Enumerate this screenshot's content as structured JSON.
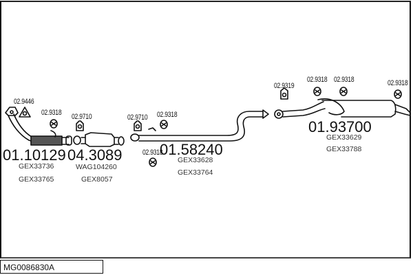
{
  "diagram": {
    "title": "Exhaust system parts diagram",
    "drawing_id": "MG0086830A",
    "parts": [
      {
        "id": "front-pipe",
        "number": "01.10129",
        "refs": [
          "GEX33736",
          "GEX33765"
        ]
      },
      {
        "id": "catalytic-converter",
        "number": "04.3089",
        "refs": [
          "WAG104260",
          "GEX8057"
        ]
      },
      {
        "id": "middle-pipe",
        "number": "01.58240",
        "refs": [
          "GEX33628",
          "GEX33764"
        ]
      },
      {
        "id": "rear-silencer",
        "number": "01.93700",
        "refs": [
          "GEX33629",
          "GEX33788"
        ]
      }
    ],
    "fittings": [
      {
        "id": "gasket-front",
        "number": "02.9446"
      },
      {
        "id": "hanger-1",
        "number": "02.9318"
      },
      {
        "id": "clamp-1",
        "number": "02.9710"
      },
      {
        "id": "clamp-2",
        "number": "02.9710"
      },
      {
        "id": "hanger-2",
        "number": "02.9318"
      },
      {
        "id": "hanger-3",
        "number": "02.9318"
      },
      {
        "id": "clamp-3",
        "number": "02.9319"
      },
      {
        "id": "hanger-4",
        "number": "02.9318"
      },
      {
        "id": "hanger-5",
        "number": "02.9318"
      },
      {
        "id": "hanger-6",
        "number": "02.9318"
      }
    ]
  }
}
